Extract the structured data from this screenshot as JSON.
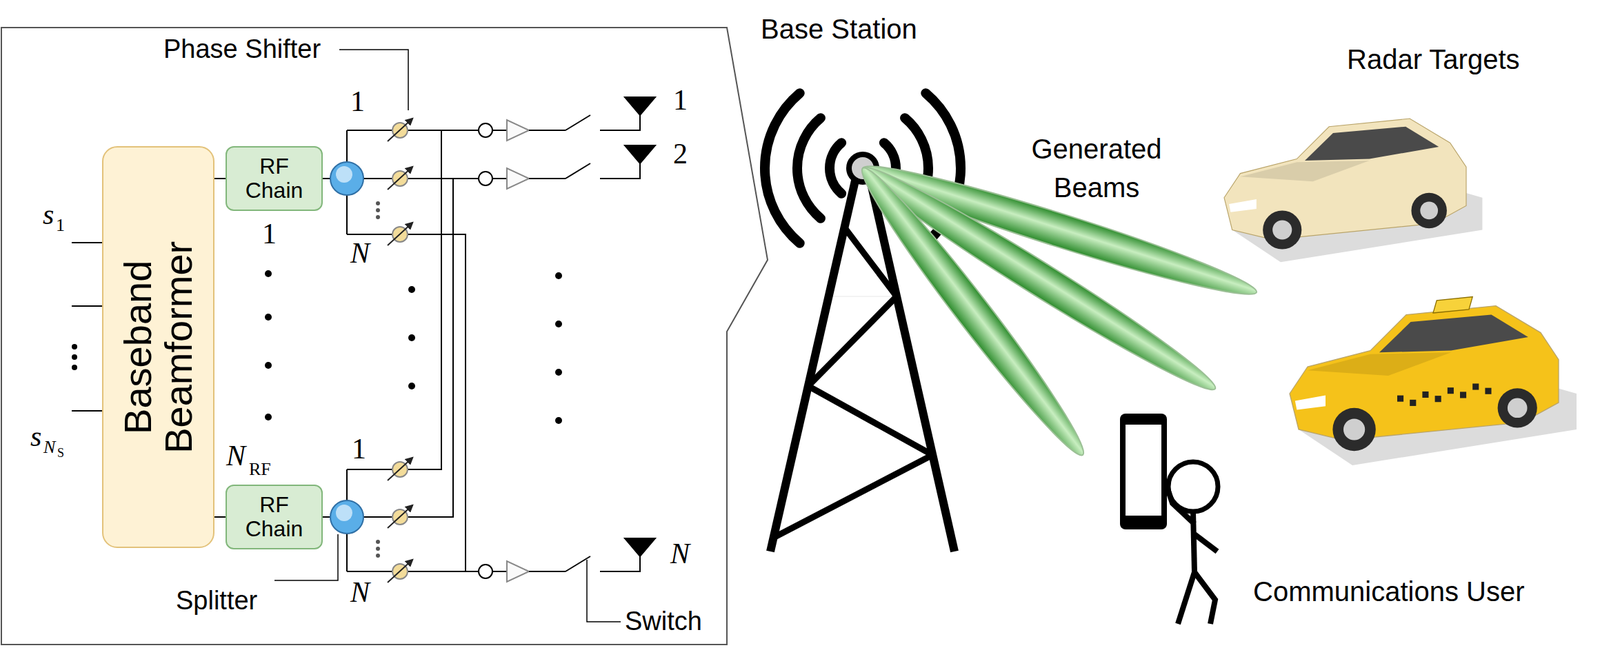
{
  "diagram": {
    "nodes": [
      {
        "text": [
          "Baseband Beamformer"
        ]
      },
      {
        "text": [
          "RF Chain"
        ]
      },
      {
        "text": [
          "RF Chain"
        ]
      }
    ],
    "edges": [
      {
        "from": 0,
        "to": 1,
        "arrow": "none"
      },
      {
        "from": 0,
        "to": 2,
        "arrow": "none"
      }
    ],
    "labels": [
      "Phase Shifter",
      "1",
      "N",
      "1",
      "N",
      "RF",
      "1",
      "N",
      "1",
      "2",
      "N",
      "Splitter",
      "Switch",
      "s",
      "1",
      "s",
      "N",
      "S",
      "Base Station",
      "Generated Beams",
      "Radar Targets",
      "Communications User"
    ]
  }
}
